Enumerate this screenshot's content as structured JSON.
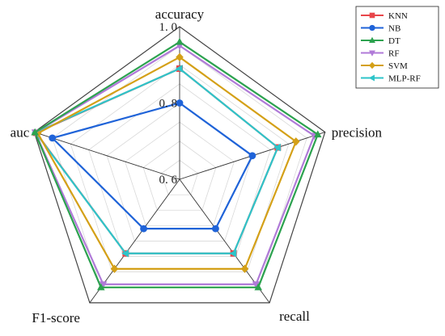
{
  "chart_data": {
    "type": "radar",
    "axes": [
      "accuracy",
      "precision",
      "recall",
      "F1-score",
      "auc"
    ],
    "rlim": [
      0.6,
      1.0
    ],
    "ticks": [
      {
        "value": 0.6,
        "label": "0. 6"
      },
      {
        "value": 0.8,
        "label": "0. 8"
      },
      {
        "value": 1.0,
        "label": "1. 0"
      }
    ],
    "grid": true,
    "legend_position": "top-right",
    "series": [
      {
        "name": "KNN",
        "color": "#e8464a",
        "marker": "square",
        "values": [
          0.89,
          0.87,
          0.84,
          0.84,
          0.995
        ]
      },
      {
        "name": "NB",
        "color": "#1f63d8",
        "marker": "circle",
        "values": [
          0.8,
          0.8,
          0.76,
          0.76,
          0.95
        ]
      },
      {
        "name": "DT",
        "color": "#2ca24f",
        "marker": "triangle-up",
        "values": [
          0.96,
          0.98,
          0.95,
          0.95,
          0.998
        ]
      },
      {
        "name": "RF",
        "color": "#b07ad8",
        "marker": "triangle-down",
        "values": [
          0.95,
          0.97,
          0.94,
          0.94,
          0.997
        ]
      },
      {
        "name": "SVM",
        "color": "#d4a017",
        "marker": "diamond",
        "values": [
          0.92,
          0.92,
          0.89,
          0.89,
          0.99
        ]
      },
      {
        "name": "MLP-RF",
        "color": "#2ec4c9",
        "marker": "triangle-left",
        "values": [
          0.89,
          0.87,
          0.84,
          0.84,
          0.996
        ]
      }
    ]
  }
}
